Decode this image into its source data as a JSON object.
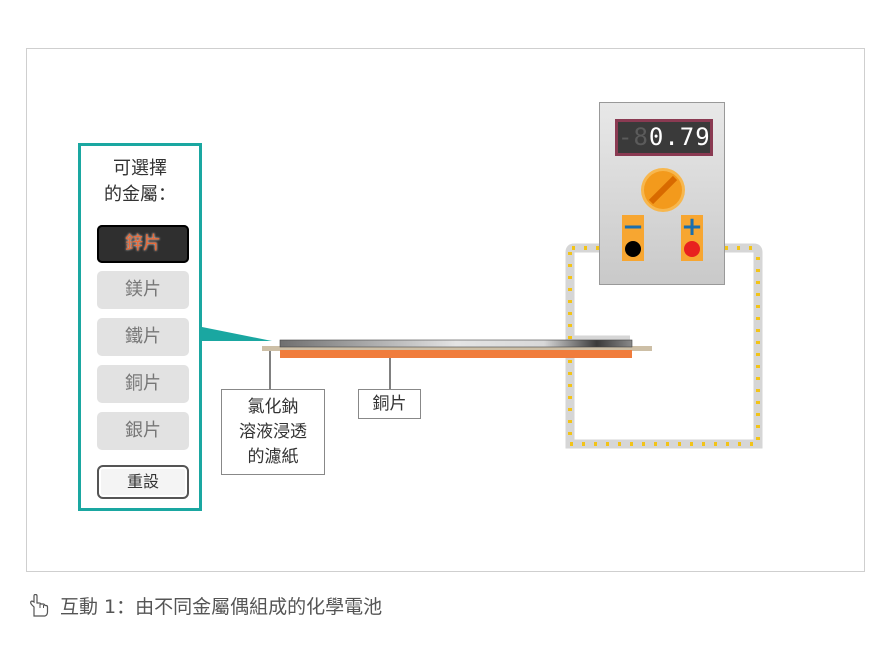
{
  "panel": {
    "title_line1": "可選擇",
    "title_line2": "的金屬：",
    "metals": [
      {
        "label": "鋅片",
        "selected": true
      },
      {
        "label": "鎂片",
        "selected": false
      },
      {
        "label": "鐵片",
        "selected": false
      },
      {
        "label": "銅片",
        "selected": false
      },
      {
        "label": "銀片",
        "selected": false
      }
    ],
    "reset_label": "重設"
  },
  "labels": {
    "filter_paper_line1": "氯化鈉",
    "filter_paper_line2": "溶液浸透",
    "filter_paper_line3": "的濾紙",
    "copper": "銅片"
  },
  "meter": {
    "ghost_digits": "-8",
    "reading": "0.79",
    "negative_sign": "−",
    "positive_sign": "+"
  },
  "colors": {
    "accent": "#1aa7a1",
    "copper": "#e86a39",
    "wire_dot": "#f2c318",
    "negative_terminal": "#000000",
    "positive_terminal": "#e8211f"
  },
  "caption": "互動 1：由不同金屬偶組成的化學電池"
}
